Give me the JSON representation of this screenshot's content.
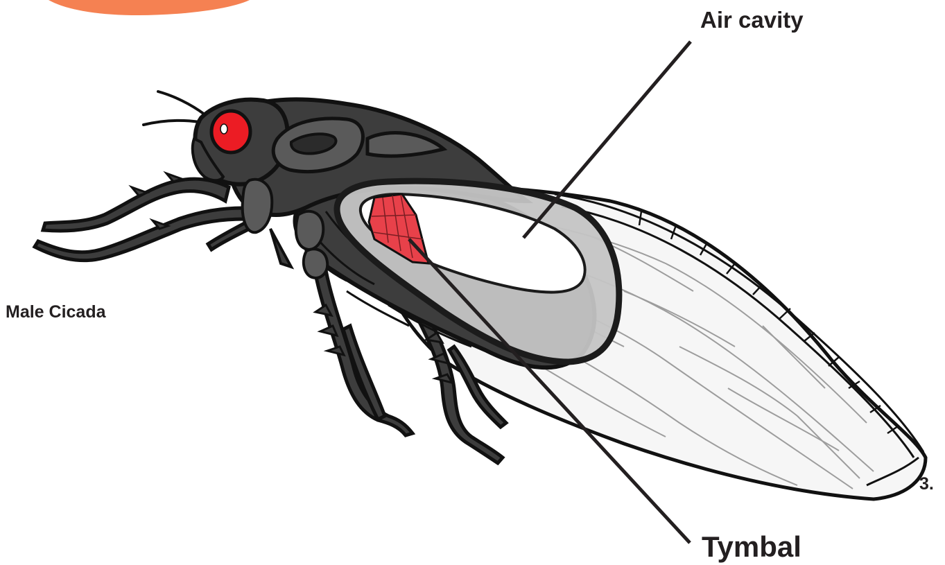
{
  "labels": {
    "air_cavity": "Air cavity",
    "tymbal": "Tymbal",
    "title": "Male Cicada",
    "figure_number": "3."
  },
  "colors": {
    "outline": "#111111",
    "body": "#3d3d3d",
    "body_light": "#5a5a5a",
    "eye": "#ec1c24",
    "tymbal": "#e8414a",
    "air_cavity_ring": "#c4c4c4",
    "wing_fill": "#f6f6f6",
    "wing_vein": "#9d9d9d",
    "accent_blob": "#f58152"
  }
}
